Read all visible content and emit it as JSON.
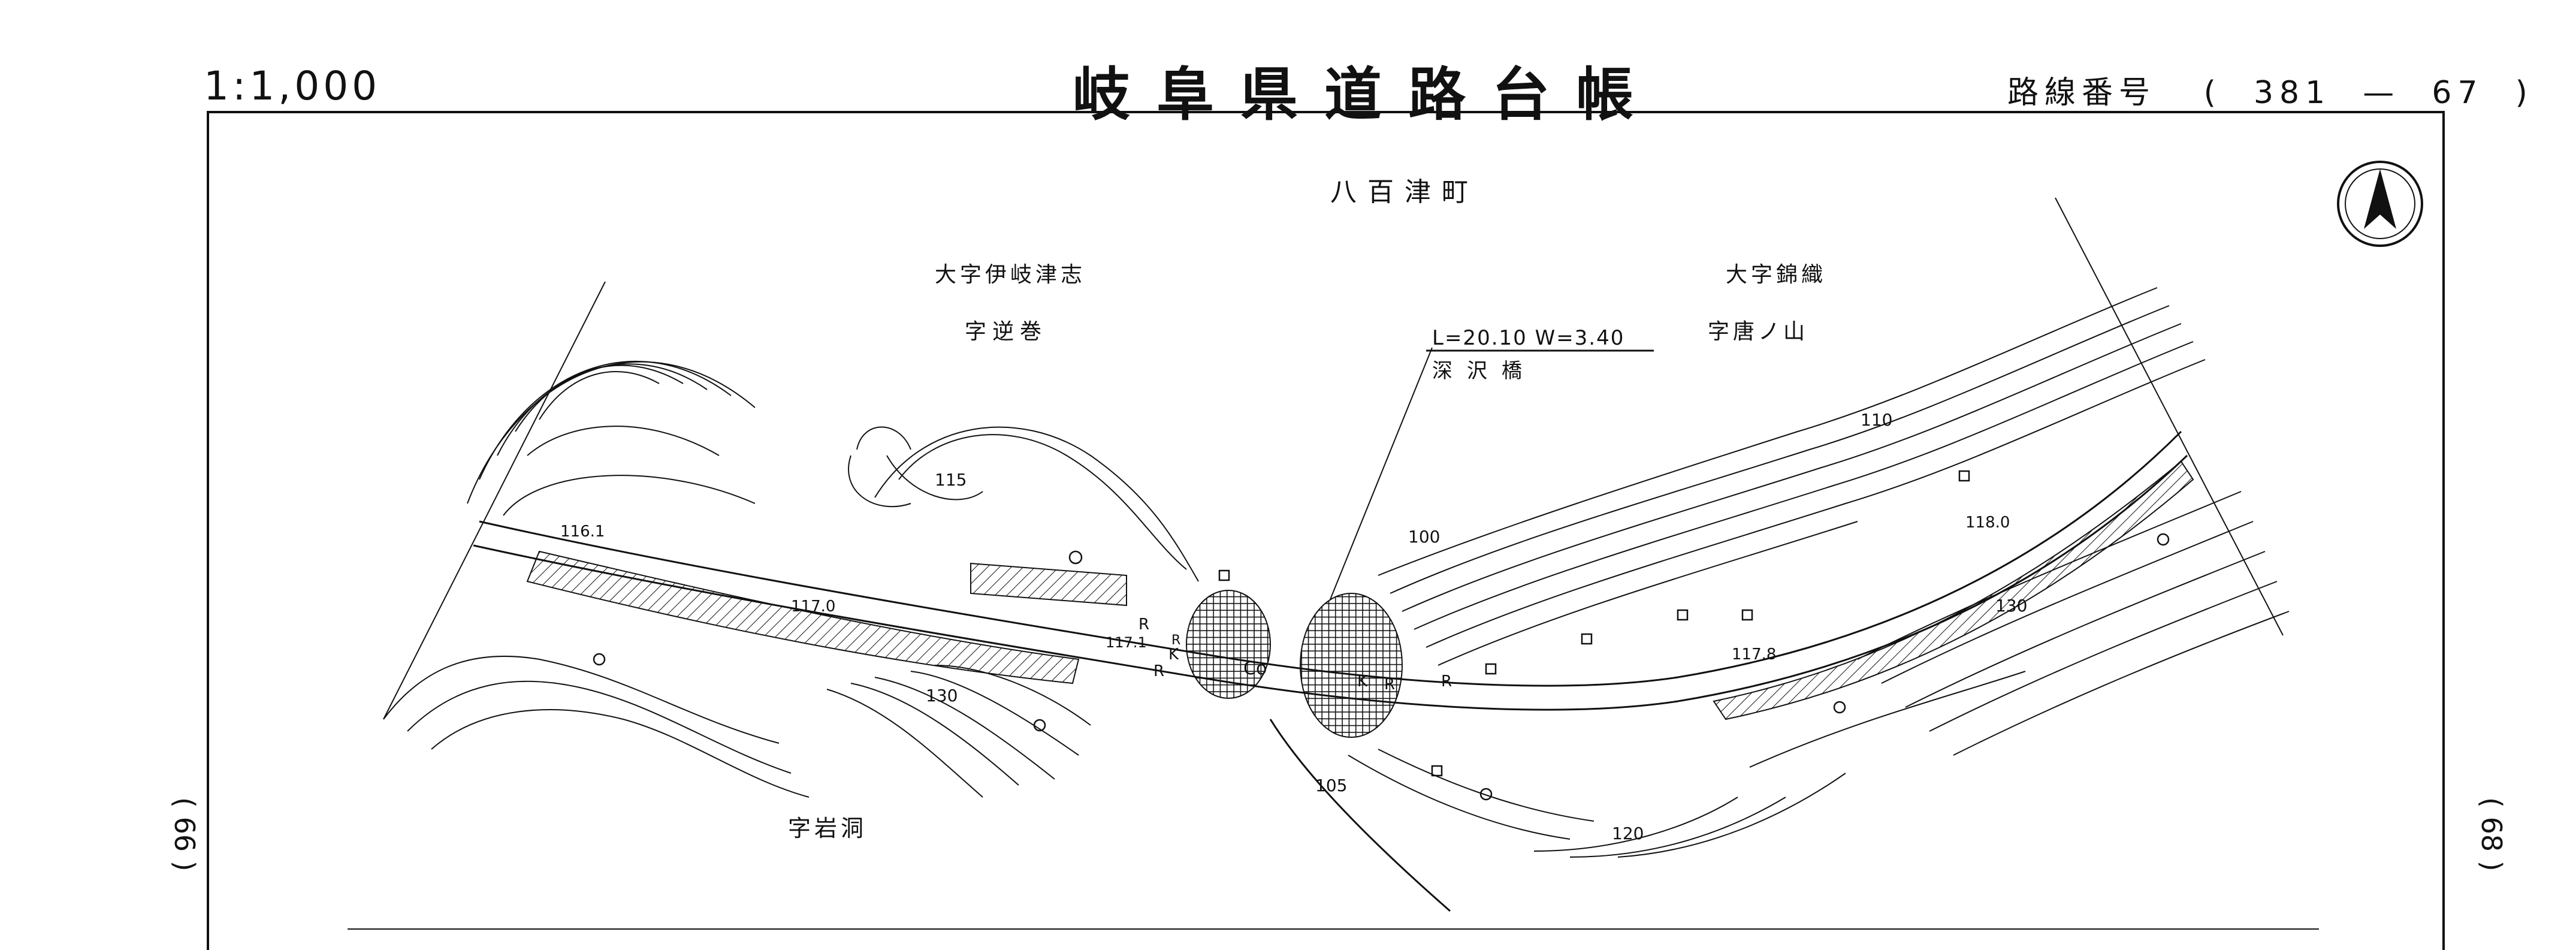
{
  "header": {
    "scale": "1:1,000",
    "title": "岐阜県道路台帳",
    "route_label": "路線番号",
    "route_open": "(",
    "route_first": "381",
    "route_dash": "—",
    "route_second": "67",
    "route_close": ")"
  },
  "map": {
    "town_name": "八百津町",
    "area_northwest": "大字伊岐津志",
    "area_northwest_sub": "字逆巻",
    "area_northeast": "大字錦織",
    "area_northeast_sub": "字唐ノ山",
    "area_south": "字岩洞",
    "bridge_dims": "L=20.10  W=3.40",
    "bridge_name": "深沢橋",
    "contours": [
      "115",
      "100",
      "110",
      "130",
      "105",
      "120",
      "130"
    ],
    "elevations": [
      "116.1",
      "117.0",
      "117.1",
      "118.0",
      "117.8"
    ],
    "road_marks": [
      "R",
      "R",
      "K",
      "R",
      "Co",
      "K",
      "R",
      "R"
    ],
    "north_arrow": "north-arrow-icon"
  },
  "margin": {
    "left_page": "( 66 )",
    "right_page": "( 68 )"
  },
  "colors": {
    "ink": "#111111",
    "paper": "#ffffff"
  }
}
